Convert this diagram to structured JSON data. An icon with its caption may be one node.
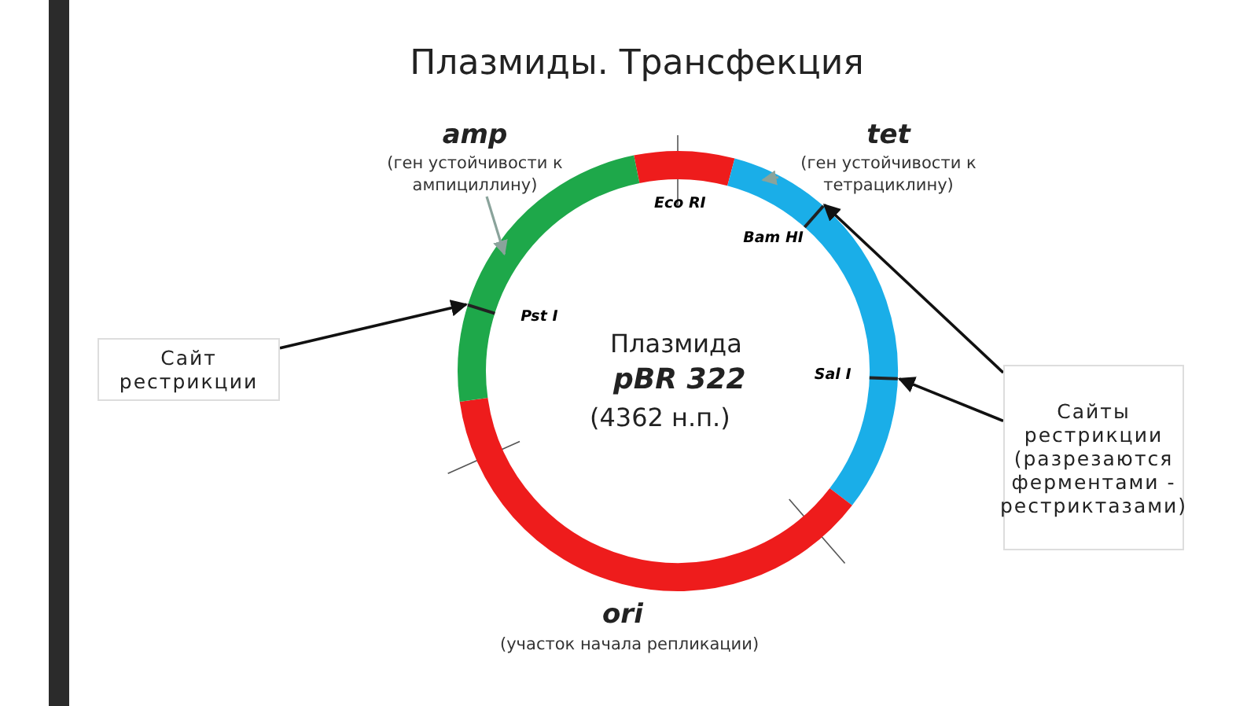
{
  "diagram": {
    "title": "Плазмиды. Трансфекция",
    "nodes": [
      {
        "text": [
          "amp",
          "(ген устойчивости к ампициллину)"
        ]
      },
      {
        "text": [
          "tet",
          "(ген устойчивости к тетрациклину)"
        ]
      },
      {
        "text": [
          "Сайт рестрикции"
        ]
      },
      {
        "text": [
          "Сайты рестрикции (разрезаются ферментами - рестриктазами)"
        ]
      },
      {
        "text": [],
        "shape": "ring"
      },
      {
        "text": [],
        "shape": "tick",
        "in": 4,
        "beside": [
          "Pst I"
        ]
      },
      {
        "text": [],
        "shape": "tick",
        "in": 4,
        "beside": [
          "Bam HI"
        ]
      },
      {
        "text": [],
        "shape": "tick",
        "in": 4,
        "beside": [
          "Sal I"
        ]
      }
    ],
    "edges": [
      {
        "from": 0,
        "to": 4,
        "arrow": "to",
        "color": "#8aa39b"
      },
      {
        "from": 1,
        "to": 4,
        "arrow": "to",
        "color": "#8aa39b"
      },
      {
        "from": 2,
        "to": 5,
        "arrow": "to"
      },
      {
        "from": 3,
        "to": 6,
        "arrow": "to"
      },
      {
        "from": 3,
        "to": 7,
        "arrow": "to"
      }
    ],
    "labels": [
      "Eco RI",
      "Плазмида",
      "pBR 322",
      "(4362 н.п.)",
      "ori",
      "(участок начала репликации)"
    ]
  }
}
